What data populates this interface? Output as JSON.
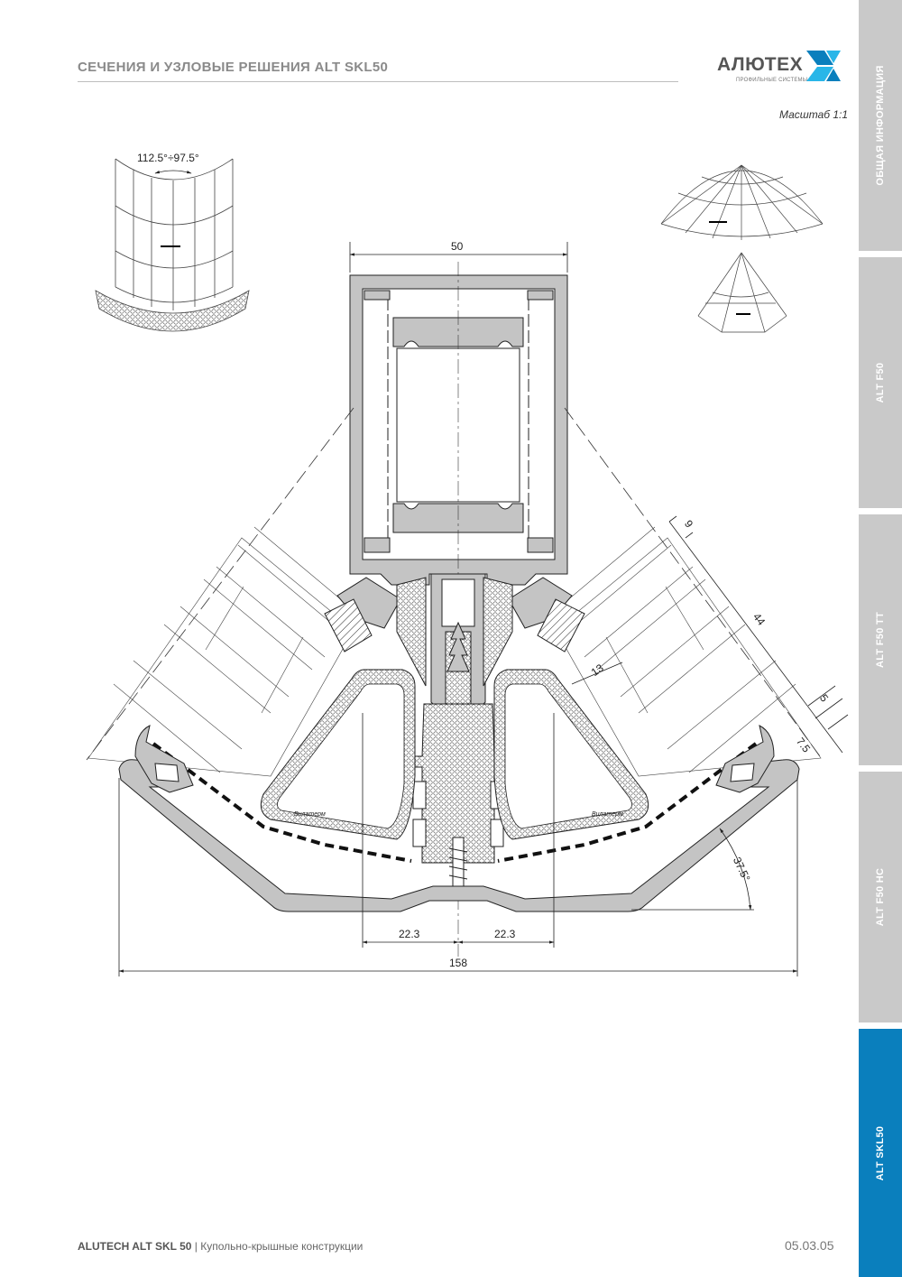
{
  "header": {
    "title": "СЕЧЕНИЯ И УЗЛОВЫЕ РЕШЕНИЯ ALT SKL50",
    "logo_word": "АЛЮТЕХ",
    "logo_sub": "ПРОФИЛЬНЫЕ СИСТЕМЫ",
    "scale": "Масштаб 1:1"
  },
  "side_tabs": [
    {
      "label": "ОБЩАЯ ИНФОРМАЦИЯ",
      "active": false
    },
    {
      "label": "ALT F50",
      "active": false
    },
    {
      "label": "ALT F50 TT",
      "active": false
    },
    {
      "label": "ALT F50 HC",
      "active": false
    },
    {
      "label": "ALT SKL50",
      "active": true
    }
  ],
  "drawing": {
    "angle_range": "112.5°÷97.5°",
    "dimensions": {
      "top_width": "50",
      "d9": "9",
      "d44": "44",
      "d13": "13",
      "d5": "5",
      "d7_5": "7.5",
      "angle": "37.5°",
      "left_offset": "22.3",
      "right_offset": "22.3",
      "overall": "158"
    },
    "insulator_left": "Вилатерм",
    "insulator_right": "Вилатерм"
  },
  "colors": {
    "tab_inactive": "#c9c9c9",
    "tab_active": "#0a7fbd",
    "profile_fill": "#c4c4c4",
    "line": "#222222",
    "logo_blue": "#0a7fbd",
    "logo_cyan": "#29b6e8"
  },
  "footer": {
    "brand": "ALUTECH ALT SKL 50",
    "separator": " | ",
    "subtitle": "Купольно-крышные конструкции",
    "page_code": "05.03.05"
  }
}
